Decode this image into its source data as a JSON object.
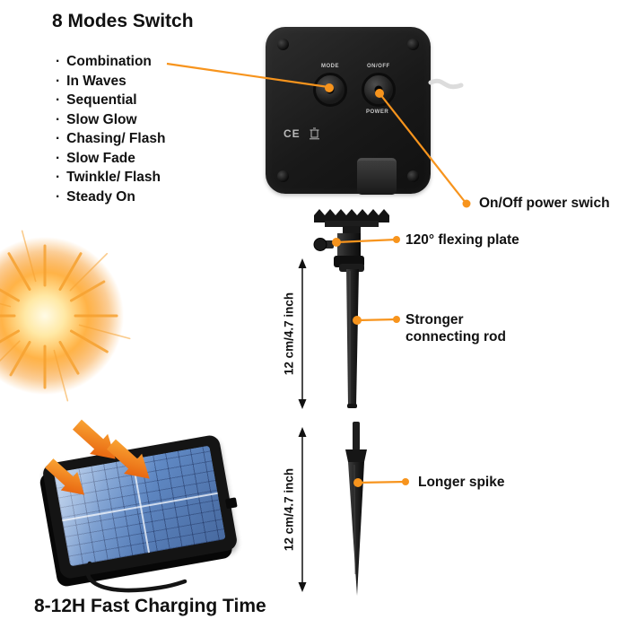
{
  "ui": {
    "bullet": "·"
  },
  "header": {
    "title": "8 Modes Switch"
  },
  "modes": [
    "Combination",
    "In Waves",
    "Sequential",
    "Slow Glow",
    "Chasing/ Flash",
    "Slow Fade",
    "Twinkle/ Flash",
    "Steady On"
  ],
  "device": {
    "mode_label": "MODE",
    "onoff_label": "ON/OFF",
    "power_label": "POWER",
    "ce_label": "CE"
  },
  "callouts": {
    "power_switch": "On/Off power swich",
    "flexing_plate": "120° flexing plate",
    "connecting_rod": "Stronger connecting rod",
    "spike": "Longer spike"
  },
  "dimensions": {
    "rod": "12 cm/4.7 inch",
    "spike": "12 cm/4.7 inch"
  },
  "footer": {
    "title": "8-12H Fast Charging Time"
  },
  "colors": {
    "accent_orange": "#F7941D",
    "panel_blue": "#6089C4",
    "device_black": "#1A1A1A"
  }
}
